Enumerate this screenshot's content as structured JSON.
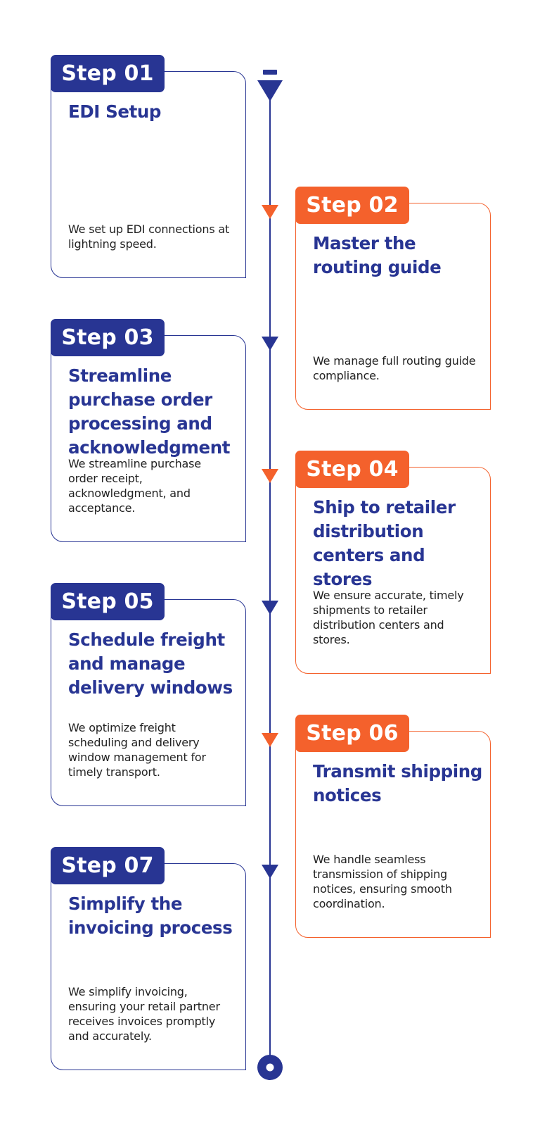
{
  "colors": {
    "navy": "#283593",
    "orange": "#F4612C",
    "text": "#222222"
  },
  "timeline": {
    "start_marker_icon": "arrow-down-icon",
    "end_marker_icon": "circle-end-icon",
    "steps": [
      {
        "badge": "Step 01",
        "title": "EDI Setup",
        "description": "We set up EDI connections at lightning speed.",
        "color": "navy"
      },
      {
        "badge": "Step 02",
        "title": "Master the routing guide",
        "description": "We manage full routing guide compliance.",
        "color": "orange"
      },
      {
        "badge": "Step 03",
        "title": "Streamline purchase order processing and acknowledgment",
        "description": "We streamline purchase order receipt, acknowledgment, and acceptance.",
        "color": "navy"
      },
      {
        "badge": "Step 04",
        "title": "Ship to retailer distribution centers and stores",
        "description": "We ensure accurate, timely shipments to retailer distribution centers and stores.",
        "color": "orange"
      },
      {
        "badge": "Step 05",
        "title": "Schedule freight and manage delivery windows",
        "description": "We optimize freight scheduling and delivery window management for timely transport.",
        "color": "navy"
      },
      {
        "badge": "Step 06",
        "title": "Transmit shipping notices",
        "description": "We handle seamless transmission of shipping notices, ensuring smooth coordination.",
        "color": "orange"
      },
      {
        "badge": "Step 07",
        "title": "Simplify the invoicing process",
        "description": "We simplify invoicing, ensuring your retail partner receives invoices promptly and accurately.",
        "color": "navy"
      }
    ]
  }
}
